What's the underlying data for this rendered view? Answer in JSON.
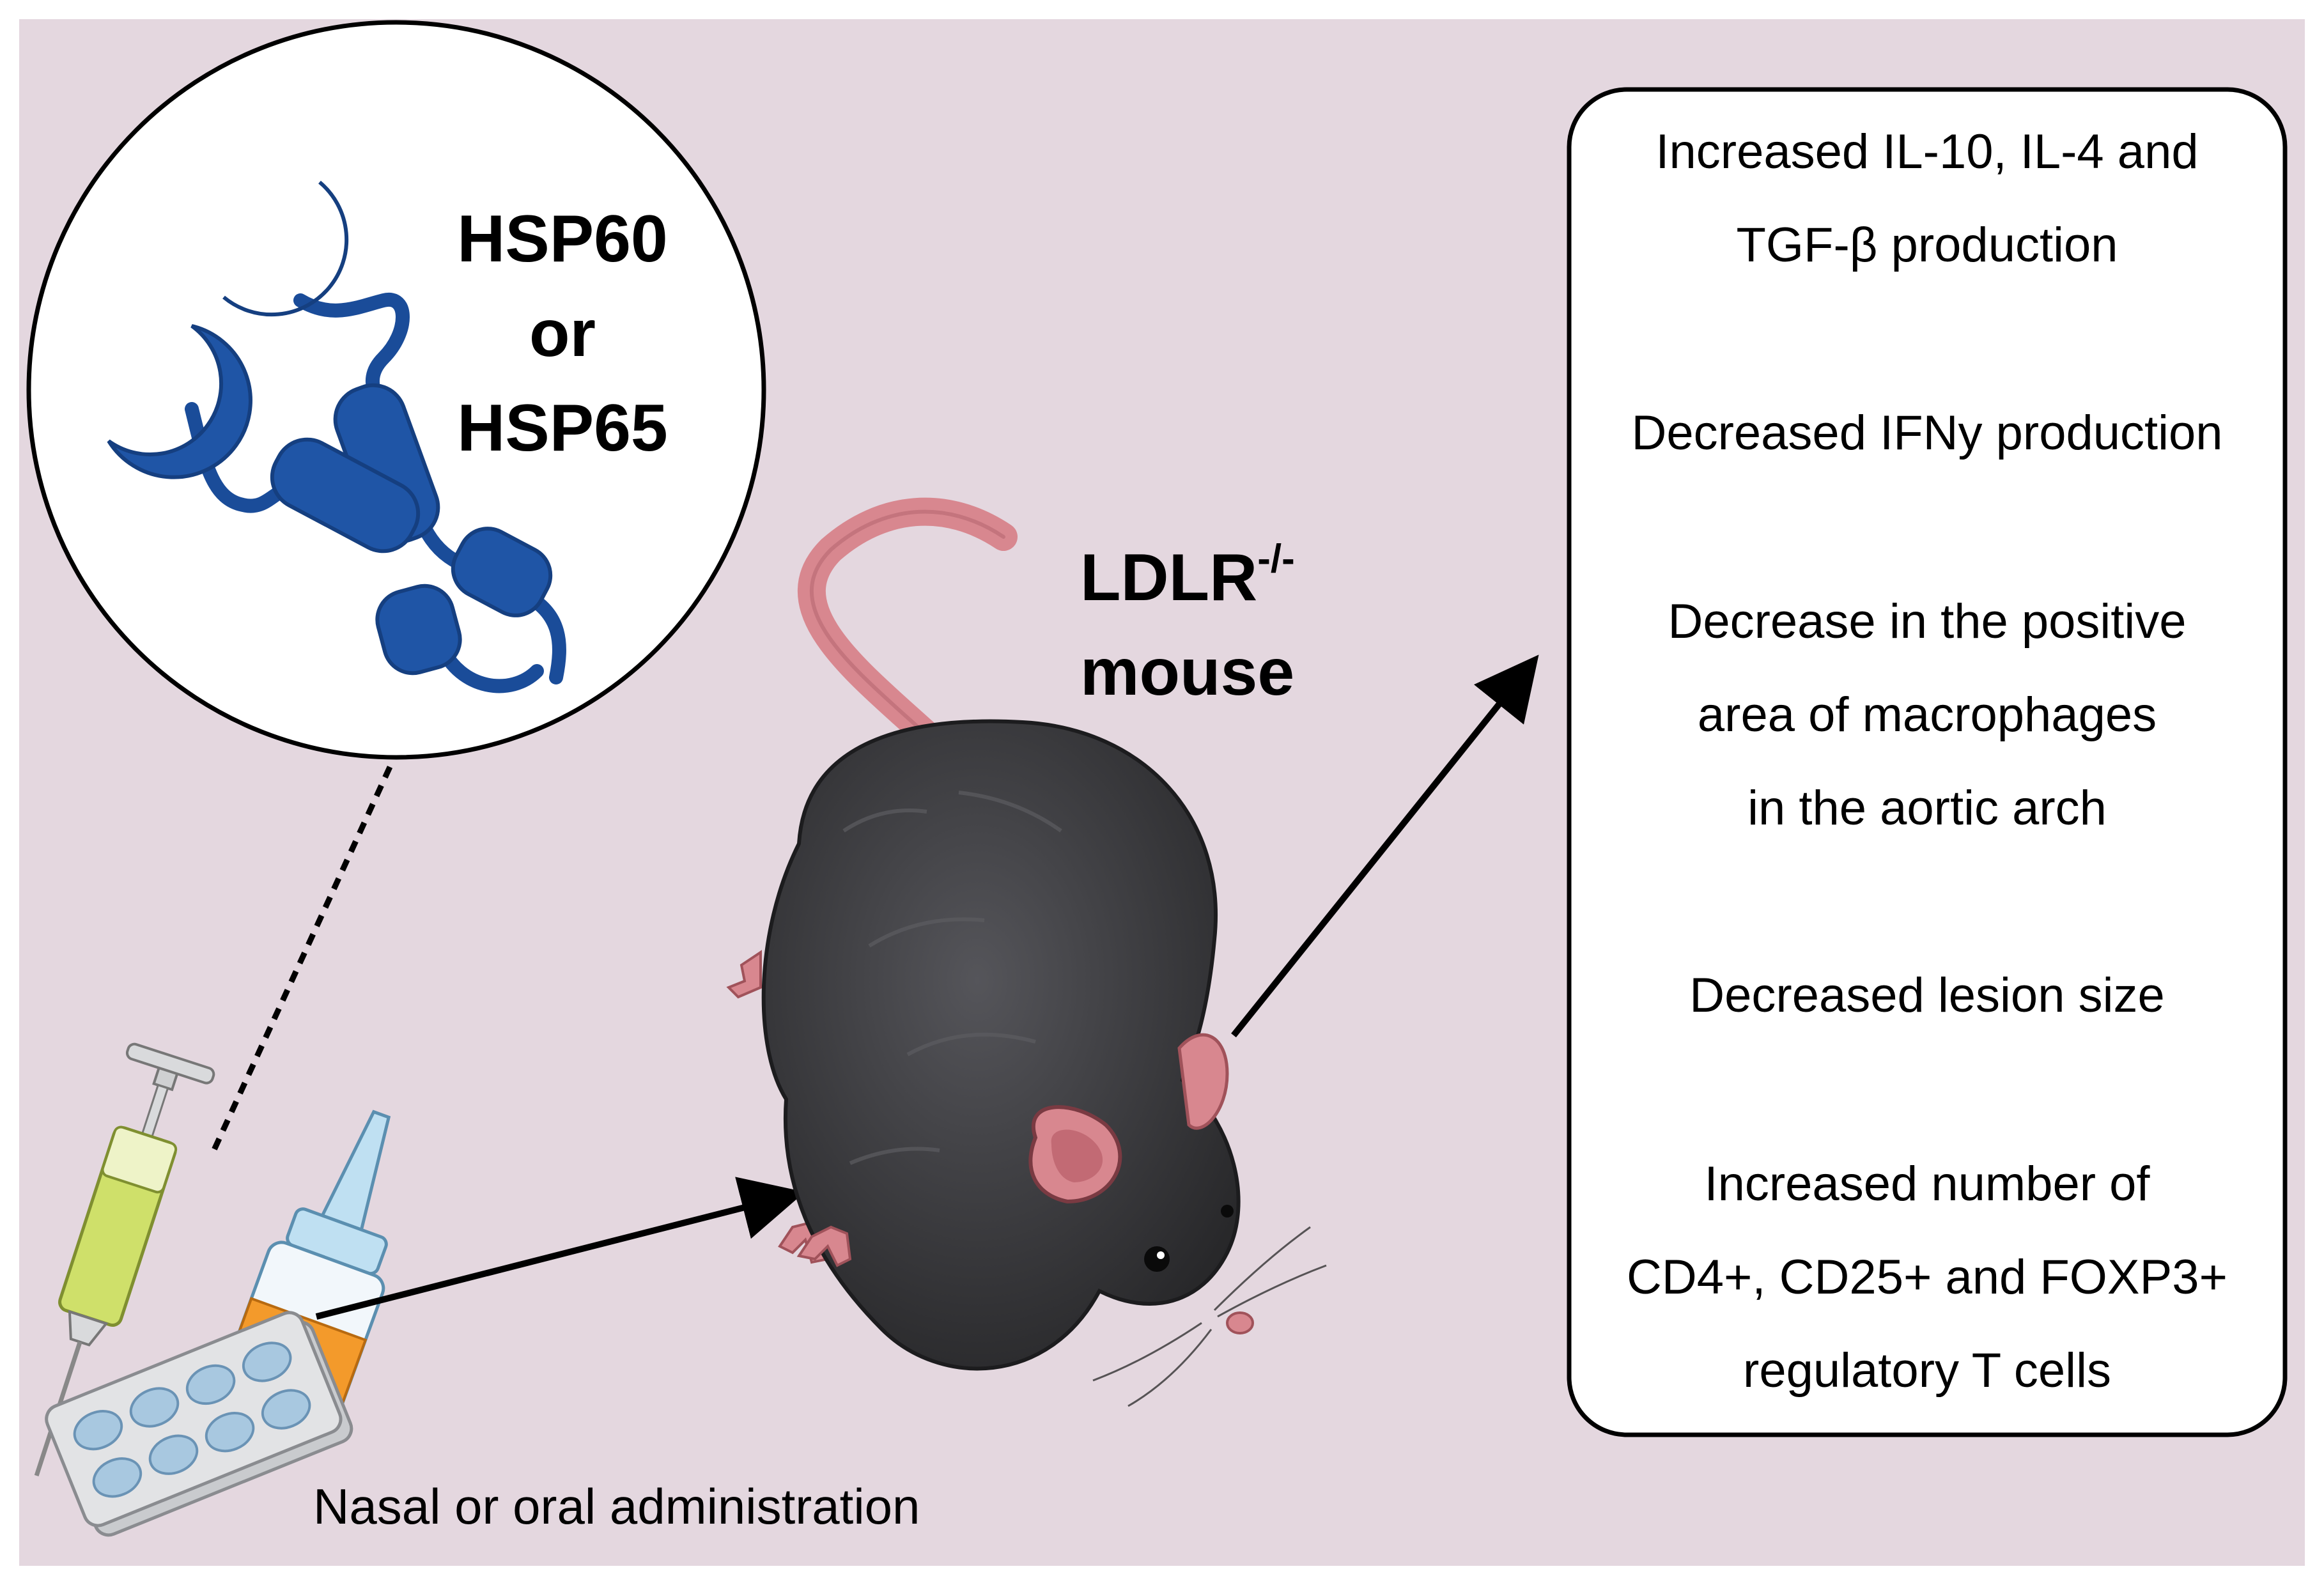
{
  "antigen_label": [
    "HSP60",
    "or",
    "HSP65"
  ],
  "mouse_label": {
    "name": "LDLR",
    "superscript": "-/-",
    "line2": "mouse"
  },
  "administration_label": "Nasal or oral administration",
  "outcomes": [
    [
      "Increased IL-10, IL-4 and",
      "TGF-β production"
    ],
    [
      "Decreased IFNy production"
    ],
    [
      "Decrease in the positive",
      "area of macrophages",
      "in the aortic arch"
    ],
    [
      "Decreased lesion size"
    ],
    [
      "Increased number of",
      "CD4+, CD25+ and FOXP3+",
      "regulatory T cells"
    ]
  ],
  "colors": {
    "background": "#e4d7df",
    "protein": "#1f55a6",
    "mouse_fur": "#3a3a3d",
    "mouse_pink": "#d8878f",
    "syringe_liquid": "#cfe06a",
    "spray_bottle": "#bfe0f2",
    "spray_label": "#f39a2b",
    "pills": "#a8c8e0"
  }
}
